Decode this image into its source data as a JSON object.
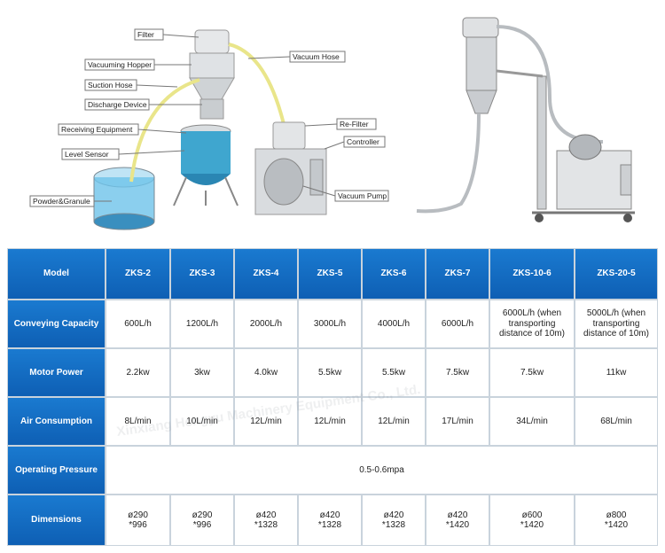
{
  "diagram": {
    "labels": {
      "filter": "Filter",
      "vacuuming_hopper": "Vacuuming Hopper",
      "suction_hose": "Suction Hose",
      "discharge_device": "Discharge Device",
      "receiving_equipment": "Receiving Equipment",
      "level_sensor": "Level Sensor",
      "powder_granule": "Powder&Granule",
      "vacuum_hose": "Vacuum Hose",
      "re_filter": "Re-Filter",
      "controller": "Controller",
      "vacuum_pump": "Vacuum Pump"
    }
  },
  "watermark": "Xinxiang Hengyu Machinery Equipment Co., Ltd.",
  "table": {
    "model_label": "Model",
    "models": [
      "ZKS-2",
      "ZKS-3",
      "ZKS-4",
      "ZKS-5",
      "ZKS-6",
      "ZKS-7",
      "ZKS-10-6",
      "ZKS-20-5"
    ],
    "conveying_label": "Conveying Capacity",
    "conveying": [
      "600L/h",
      "1200L/h",
      "2000L/h",
      "3000L/h",
      "4000L/h",
      "6000L/h",
      "6000L/h (when transporting distance of 10m)",
      "5000L/h (when transporting distance of 10m)"
    ],
    "motor_label": "Motor Power",
    "motor": [
      "2.2kw",
      "3kw",
      "4.0kw",
      "5.5kw",
      "5.5kw",
      "7.5kw",
      "7.5kw",
      "11kw"
    ],
    "air_label": "Air Consumption",
    "air": [
      "8L/min",
      "10L/min",
      "12L/min",
      "12L/min",
      "12L/min",
      "17L/min",
      "34L/min",
      "68L/min"
    ],
    "pressure_label": "Operating Pressure",
    "pressure": "0.5-0.6mpa",
    "dimensions_label": "Dimensions",
    "dimensions": [
      {
        "dia": "ø290",
        "h": "*996"
      },
      {
        "dia": "ø290",
        "h": "*996"
      },
      {
        "dia": "ø420",
        "h": "*1328"
      },
      {
        "dia": "ø420",
        "h": "*1328"
      },
      {
        "dia": "ø420",
        "h": "*1328"
      },
      {
        "dia": "ø420",
        "h": "*1420"
      },
      {
        "dia": "ø600",
        "h": "*1420"
      },
      {
        "dia": "ø800",
        "h": "*1420"
      }
    ]
  }
}
